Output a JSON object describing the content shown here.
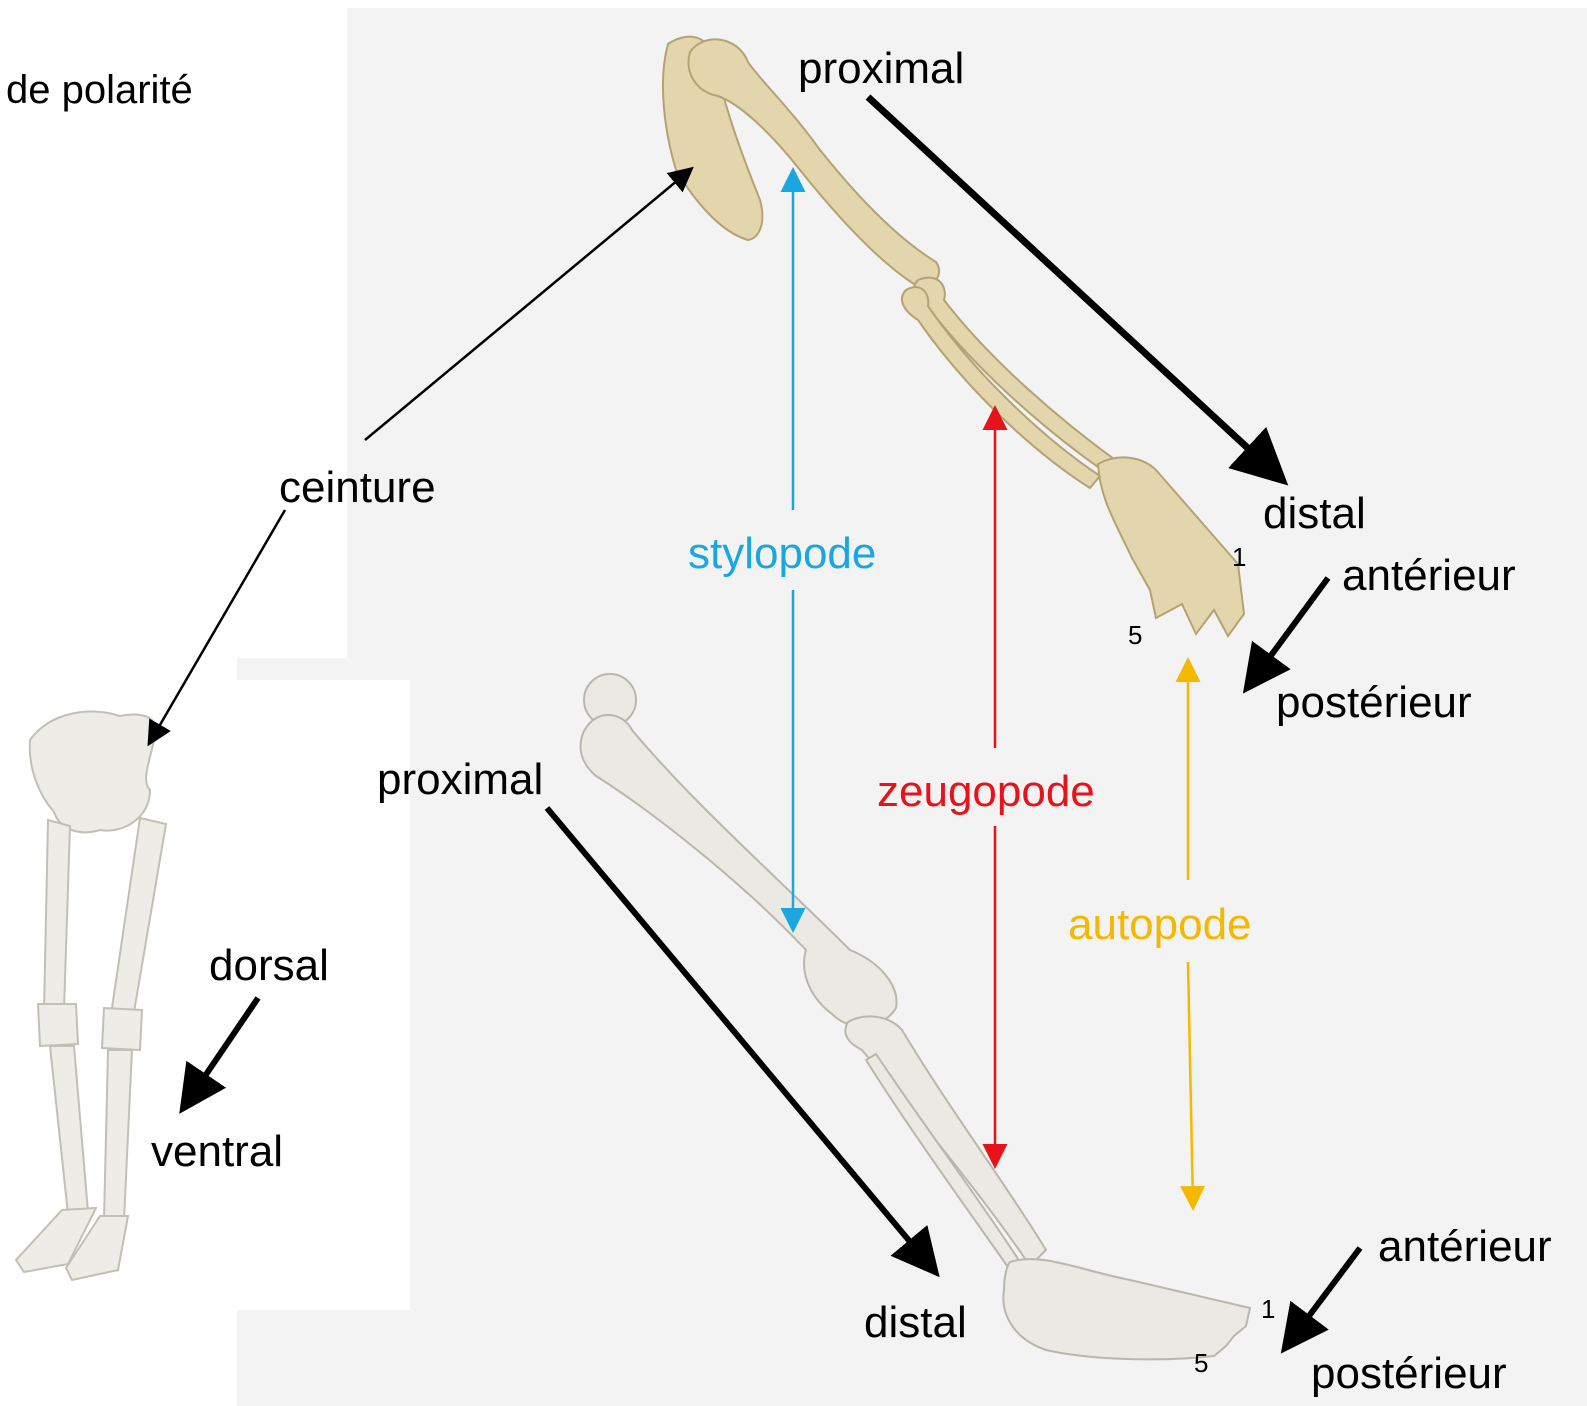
{
  "labels": {
    "title_fragment": "de polarité",
    "arm_proximal": "proximal",
    "arm_distal": "distal",
    "ceinture": "ceinture",
    "stylopode": "stylopode",
    "zeugopode": "zeugopode",
    "autopode": "autopode",
    "hand_anterieur": "antérieur",
    "hand_posterieur": "postérieur",
    "leg_proximal": "proximal",
    "leg_distal": "distal",
    "dorsal": "dorsal",
    "ventral": "ventral",
    "foot_anterieur": "antérieur",
    "foot_posterieur": "postérieur",
    "hand_digit_1": "1",
    "hand_digit_5": "5",
    "foot_digit_1": "1",
    "foot_digit_5": "5"
  },
  "colors": {
    "stylopode": "#1aa7e0",
    "zeugopode": "#e8121b",
    "autopode": "#f5b800",
    "arrows": "#000000",
    "arm_bone": "#e3d6ac",
    "leg_bone": "#e9e7e1"
  }
}
